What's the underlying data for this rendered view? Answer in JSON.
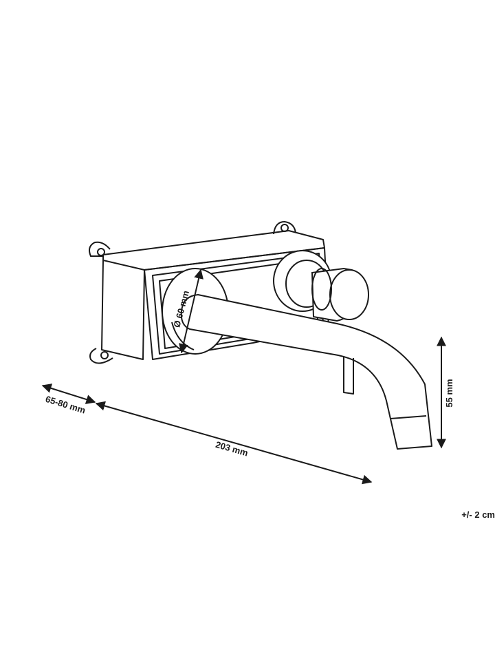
{
  "dimensions": {
    "depth": "65-80 mm",
    "length": "203 mm",
    "height": "55 mm",
    "diameter": "Ø 60 mm"
  },
  "tolerance": "+/- 2 cm",
  "colors": {
    "line": "#1a1a1a",
    "background": "#ffffff"
  }
}
